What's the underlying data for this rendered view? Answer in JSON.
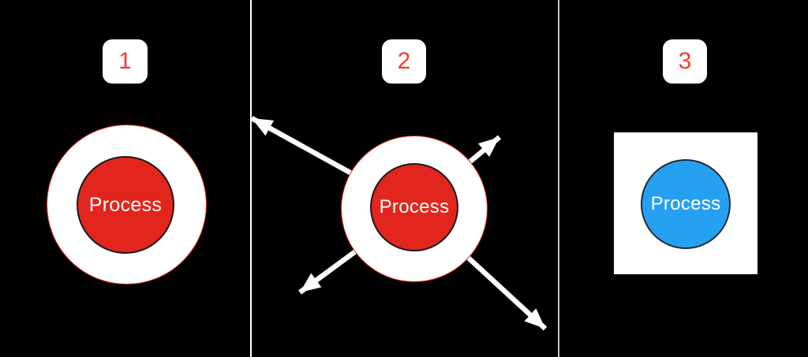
{
  "diagram": {
    "background": "#000000",
    "colors": {
      "process_red": "#e2261d",
      "badge_number_red": "#f73b30",
      "process_blue": "#26a1f2",
      "ring_fill": "#ffffff",
      "ring_rim_red": "#e2261d",
      "dark_circle_border": "#1a1a1a",
      "blue_circle_border": "#222b36",
      "arrow_color": "#ffffff",
      "divider_bright": "#ffffff",
      "divider_dim": "#c8c8c8"
    },
    "panels": [
      {
        "badge": "1",
        "process_label": "Process",
        "variant": "red circle in white ring"
      },
      {
        "badge": "2",
        "process_label": "Process",
        "variant": "red circle in white ring with four outward arrows"
      },
      {
        "badge": "3",
        "process_label": "Process",
        "variant": "blue circle in white square"
      }
    ]
  }
}
